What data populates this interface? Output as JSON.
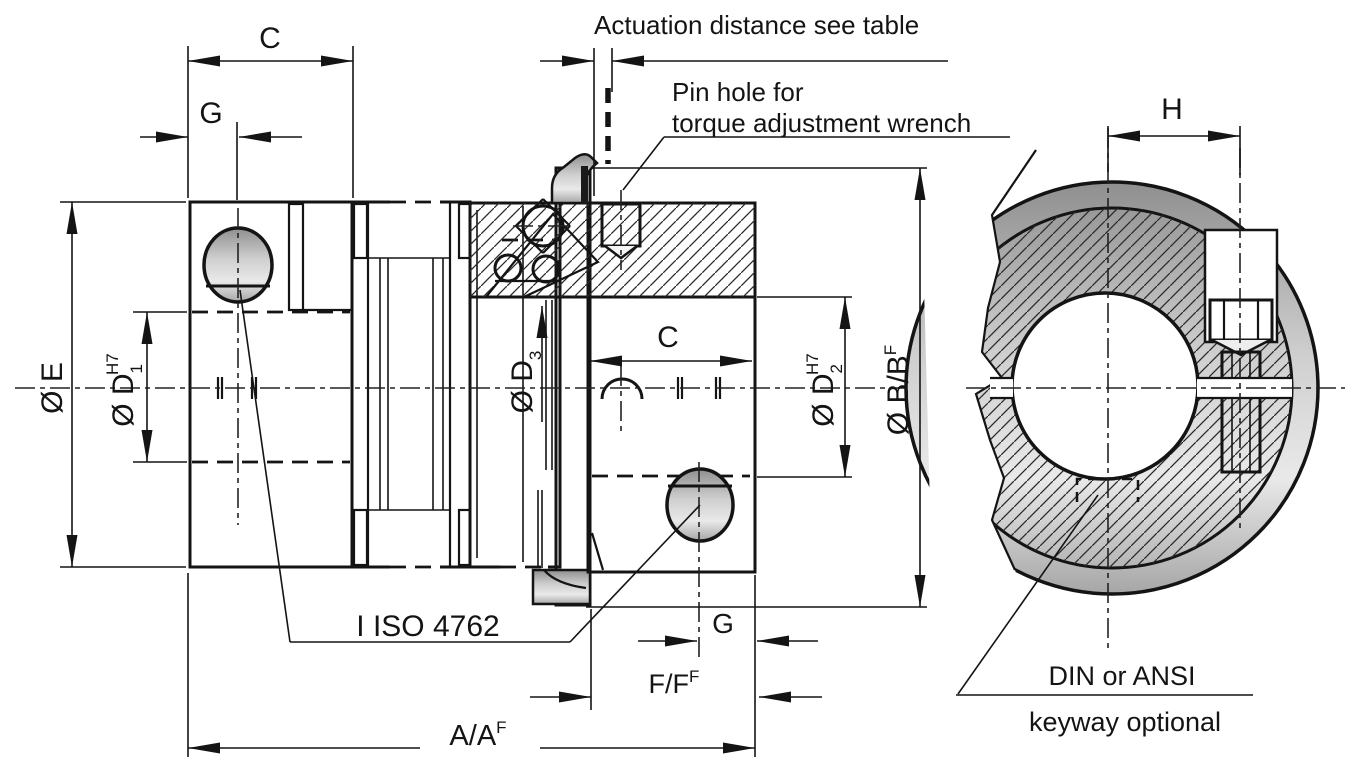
{
  "colors": {
    "line": "#141414",
    "metal_light": "#e9e9e9",
    "metal_dark": "#8f8f8f"
  },
  "notes": {
    "actuation": "Actuation distance see table",
    "pin_hole_line1": "Pin hole for",
    "pin_hole_line2": "torque adjustment wrench",
    "iso": "I ISO 4762",
    "din_line1": "DIN or ANSI",
    "din_line2": "keyway optional"
  },
  "labels": {
    "c_top": "C",
    "g_top": "G",
    "e": "Ø E",
    "d1_base": "Ø D",
    "d1_sub": "1",
    "d1_sup": "H7",
    "d3_base": "Ø D",
    "d3_sub": "3",
    "c_mid": "C",
    "d2_base": "Ø D",
    "d2_sub": "2",
    "d2_sup": "H7",
    "b_base": "Ø B/B",
    "b_sup": "F",
    "g_bottom": "G",
    "f_base": "F/F",
    "f_sup": "F",
    "a_base": "A/A",
    "a_sup": "F",
    "h": "H"
  }
}
